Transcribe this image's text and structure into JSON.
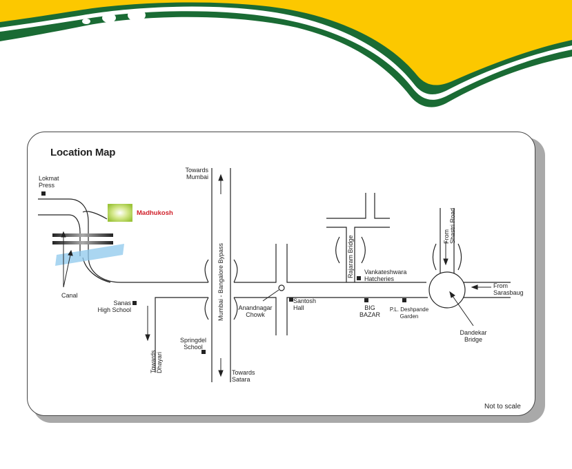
{
  "map": {
    "title": "Location Map",
    "note": "Not to scale",
    "project": "Madhukosh",
    "labels": {
      "lokmat_press": "Lokmat\nPress",
      "canal": "Canal",
      "sanas_high_school": "Sanas\nHigh School",
      "towards_dhayari": "Towards\nDhayari",
      "springdel_school": "Springdel\nSchool",
      "towards_mumbai": "Towards\nMumbai",
      "towards_satara": "Towards\nSatara",
      "bypass": "Mumbai - Bangalore Bypass",
      "anandnagar_chowk": "Anandnagar\nChowk",
      "santosh_hall": "Santosh\nHall",
      "rajaram_bridge": "Rajaram Bridge",
      "vankateshwara_hatcheries": "Vankateshwara\nHatcheries",
      "big_bazar": "BIG\nBAZAR",
      "pl_deshpande_garden": "P.L. Deshpande\nGarden",
      "from_shastri_road": "From\nShastri Road",
      "from_sarasbaug": "From\nSarasbaug",
      "dandekar_bridge": "Dandekar\nBridge"
    }
  },
  "colors": {
    "banner_yellow": "#fcc800",
    "banner_green": "#1a6b34",
    "project_marker": "#b6d45a",
    "project_label": "#d0202a",
    "canal_water": "#8ec8ec",
    "road_line": "#222222"
  }
}
